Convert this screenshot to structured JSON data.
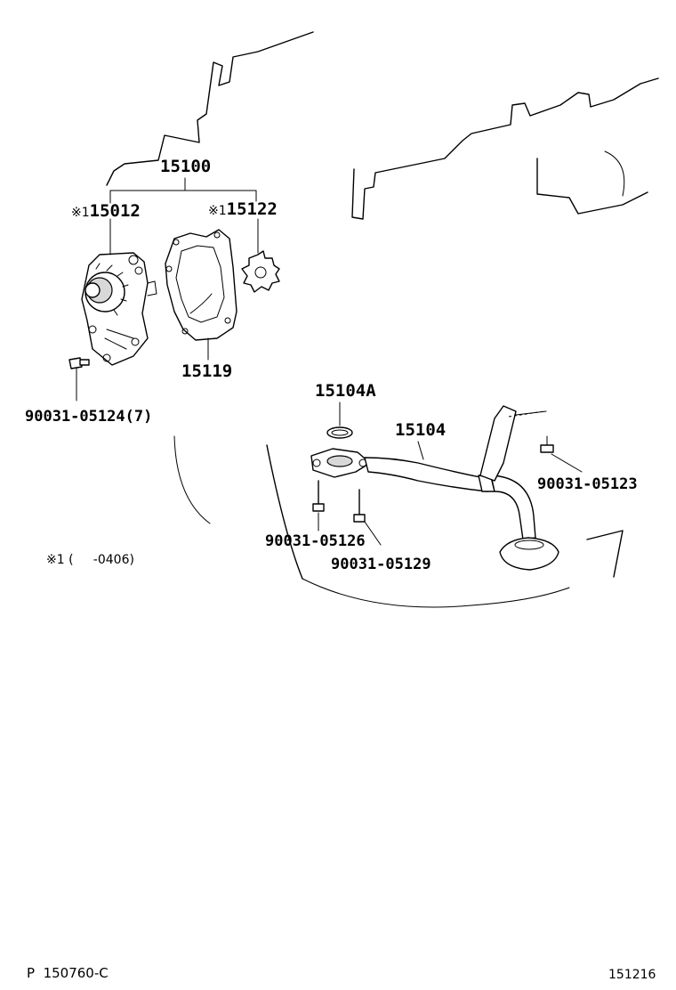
{
  "diagram": {
    "assembly": "15100",
    "parts": {
      "p15012": {
        "mark": "※1",
        "number": "15012"
      },
      "p15122": {
        "mark": "※1",
        "number": "15122"
      },
      "p15119": {
        "number": "15119"
      },
      "p15104A": {
        "number": "15104A"
      },
      "p15104": {
        "number": "15104"
      },
      "bolt_05124": {
        "number": "90031-05124",
        "qty": "(7)"
      },
      "bolt_05123": {
        "number": "90031-05123"
      },
      "bolt_05126": {
        "number": "90031-05126"
      },
      "bolt_05129": {
        "number": "90031-05129"
      }
    },
    "note": {
      "mark": "※1",
      "text": "(     -0406)"
    }
  },
  "footer": {
    "prefix": "P",
    "ref": "150760-C",
    "code": "151216"
  }
}
